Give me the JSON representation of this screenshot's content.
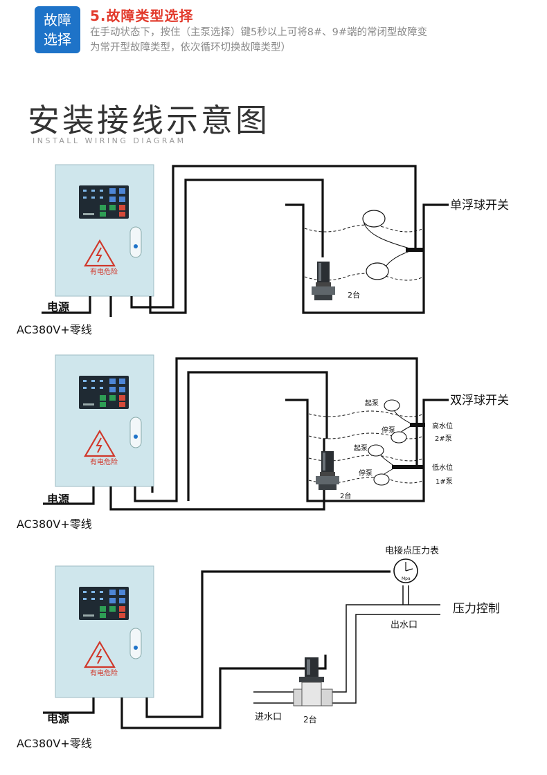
{
  "header": {
    "badge_line1": "故障",
    "badge_line2": "选择",
    "title": "5.故障类型选择",
    "desc_line1": "在手动状态下，按住（主泵选择）键5秒以上可将8#、9#端的常闭型故障变",
    "desc_line2": "为常开型故障类型，依次循环切换故障类型）"
  },
  "section": {
    "title": "安装接线示意图",
    "subtitle": "INSTALL WIRING DIAGRAM"
  },
  "cabinet": {
    "warning_label": "有电危险",
    "power_label": "电源",
    "supply_label": "AC380V+零线"
  },
  "diagram1": {
    "switch_label": "单浮球开关",
    "pump_count": "2台"
  },
  "diagram2": {
    "switch_label": "双浮球开关",
    "start1": "起泵",
    "stop1": "停泵",
    "start2": "起泵",
    "stop2": "停泵",
    "high_level": "高水位",
    "pump2": "2#泵",
    "low_level": "低水位",
    "pump1": "1#泵",
    "pump_count": "2台"
  },
  "diagram3": {
    "gauge_label": "电接点压力表",
    "gauge_unit": "Mpa",
    "control_label": "压力控制",
    "outlet_label": "出水口",
    "inlet_label": "进水口",
    "pump_count": "2台"
  },
  "colors": {
    "cabinet": "#cfe6ec",
    "accent_blue": "#1e73c8",
    "title_red": "#e23a2c",
    "warning_red": "#d0382b"
  }
}
